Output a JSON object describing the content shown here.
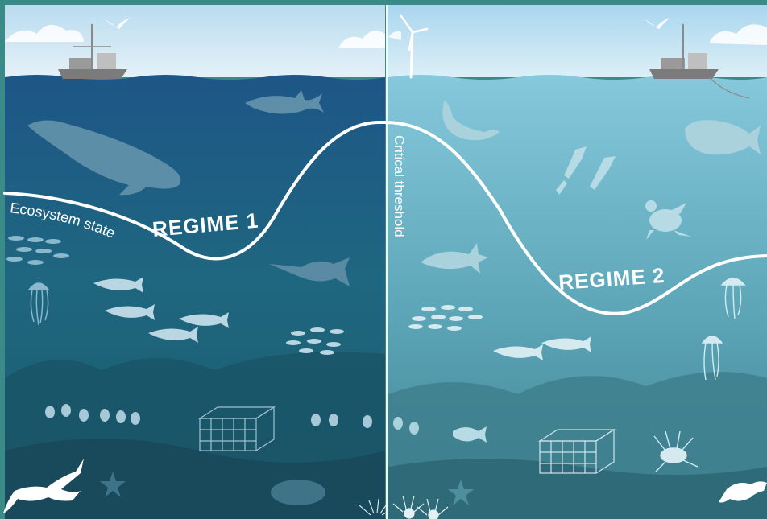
{
  "labels": {
    "ecosystem_state": "Ecosystem state",
    "regime_1": "REGIME 1",
    "regime_2": "REGIME 2",
    "critical_threshold": "Critical threshold"
  },
  "panels": [
    {
      "name": "regime-1-panel",
      "palette": "deep-blue"
    },
    {
      "name": "regime-2-panel",
      "palette": "light-teal"
    }
  ],
  "colors": {
    "frame": "#3a8a87",
    "left_sky": "#cfe6f4",
    "left_water_top": "#1e5a86",
    "left_water_bottom": "#1f6f78",
    "right_water_top": "#7fc4d8",
    "right_water_bottom": "#3e8a98",
    "curve": "#ffffff",
    "silhouette_left": "#5c8ea6",
    "silhouette_right": "#a9d6e0"
  }
}
